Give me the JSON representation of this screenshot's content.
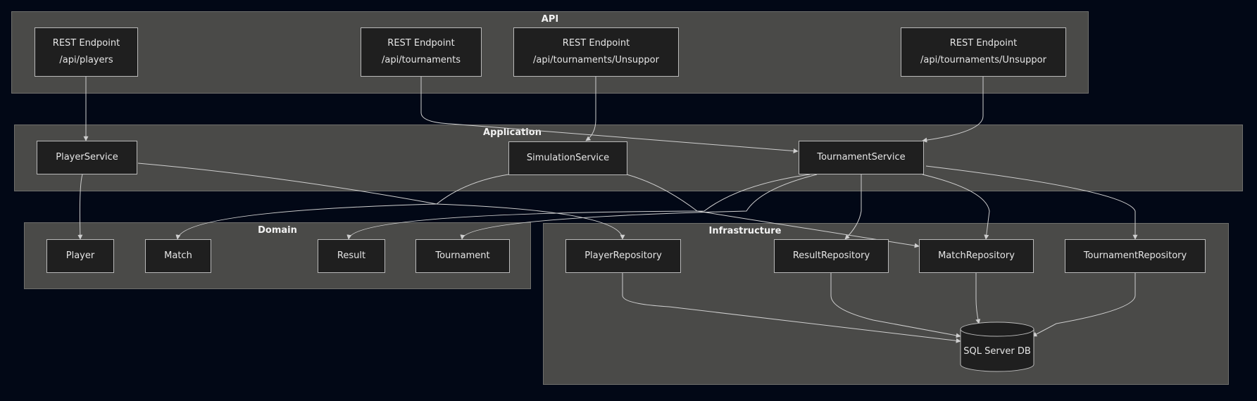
{
  "groups": {
    "api": "API",
    "application": "Application",
    "domain": "Domain",
    "infrastructure": "Infrastructure"
  },
  "api_endpoints": [
    {
      "line1": "REST Endpoint",
      "line2": "/api/players"
    },
    {
      "line1": "REST Endpoint",
      "line2": "/api/tournaments"
    },
    {
      "line1": "REST Endpoint",
      "line2": "/api/tournaments/Unsuppor"
    },
    {
      "line1": "REST Endpoint",
      "line2": "/api/tournaments/Unsuppor"
    }
  ],
  "services": {
    "player": "PlayerService",
    "simulation": "SimulationService",
    "tournament": "TournamentService"
  },
  "domain_entities": {
    "player": "Player",
    "match": "Match",
    "result": "Result",
    "tournament": "Tournament"
  },
  "repositories": {
    "player": "PlayerRepository",
    "result": "ResultRepository",
    "match": "MatchRepository",
    "tournament": "TournamentRepository"
  },
  "database": "SQL Server DB",
  "colors": {
    "background": "#020816",
    "group": "#4a4a48",
    "node": "#1f1f1f",
    "edge": "#cfcfcf"
  }
}
